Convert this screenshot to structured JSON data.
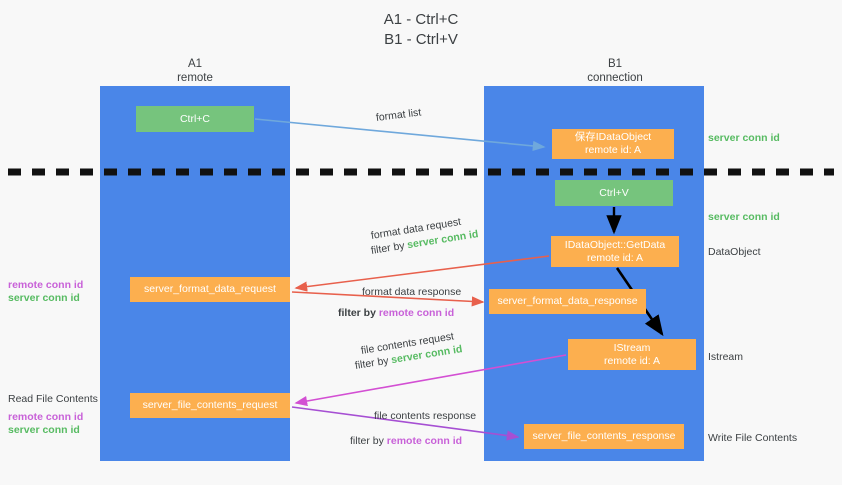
{
  "title": {
    "line1": "A1 - Ctrl+C",
    "line2": "B1 - Ctrl+V"
  },
  "lanes": [
    {
      "id": "A1",
      "name": "A1",
      "sub": "remote"
    },
    {
      "id": "B1",
      "name": "B1",
      "sub": "connection"
    }
  ],
  "boxes": {
    "ctrl_c": {
      "label": "Ctrl+C",
      "color": "#76c47d"
    },
    "save_dataobject": {
      "line1": "保存IDataObject",
      "line2": "remote id: A",
      "color": "#fcaf4f"
    },
    "ctrl_v": {
      "label": "Ctrl+V",
      "color": "#76c47d"
    },
    "getdata": {
      "line1": "IDataObject::GetData",
      "line2": "remote id: A",
      "color": "#fcaf4f"
    },
    "istream": {
      "line1": "IStream",
      "line2": "remote id: A",
      "color": "#fcaf4f"
    },
    "server_format_data_request": {
      "label": "server_format_data_request",
      "color": "#fcaf4f"
    },
    "server_format_data_response": {
      "label": "server_format_data_response",
      "color": "#fcaf4f"
    },
    "server_file_contents_request": {
      "label": "server_file_contents_request",
      "color": "#fcaf4f"
    },
    "server_file_contents_response": {
      "label": "server_file_contents_response",
      "color": "#fcaf4f"
    }
  },
  "flows": {
    "format_list": "format list",
    "format_data_request": "format data request",
    "format_data_request_filter_prefix": "filter by ",
    "format_data_request_filter_value": "server conn id",
    "format_data_response": "format data response",
    "format_data_response_filter_prefix": "filter by ",
    "format_data_response_filter_value": "remote conn id",
    "file_contents_request": "file contents request",
    "file_contents_request_filter_prefix": "filter by ",
    "file_contents_request_filter_value": "server conn id",
    "file_contents_response": "file contents response",
    "file_contents_response_filter_prefix": "filter by ",
    "file_contents_response_filter_value": "remote conn id"
  },
  "annotations": {
    "right": [
      {
        "text": "server conn id",
        "kind": "server"
      },
      {
        "text": "server conn id",
        "kind": "server"
      },
      {
        "text": "DataObject",
        "kind": "plain"
      },
      {
        "text": "Istream",
        "kind": "plain"
      },
      {
        "text": "Write File Contents",
        "kind": "plain"
      }
    ],
    "left": {
      "remote_conn_id": "remote conn id",
      "server_conn_id": "server conn id",
      "read_file_contents": "Read File Contents"
    }
  },
  "colors": {
    "lane": "#4a86e8",
    "green_box": "#76c47d",
    "orange_box": "#fcaf4f",
    "server_conn_id": "#57bb62",
    "remote_conn_id": "#c861d8",
    "arrow_blue": "#6fa8dc",
    "arrow_red": "#e8604c",
    "arrow_magenta": "#d34fd3",
    "arrow_purple": "#a64fd3",
    "arrow_black": "#000000",
    "divider": "#111111",
    "background": "#f8f8f8"
  }
}
